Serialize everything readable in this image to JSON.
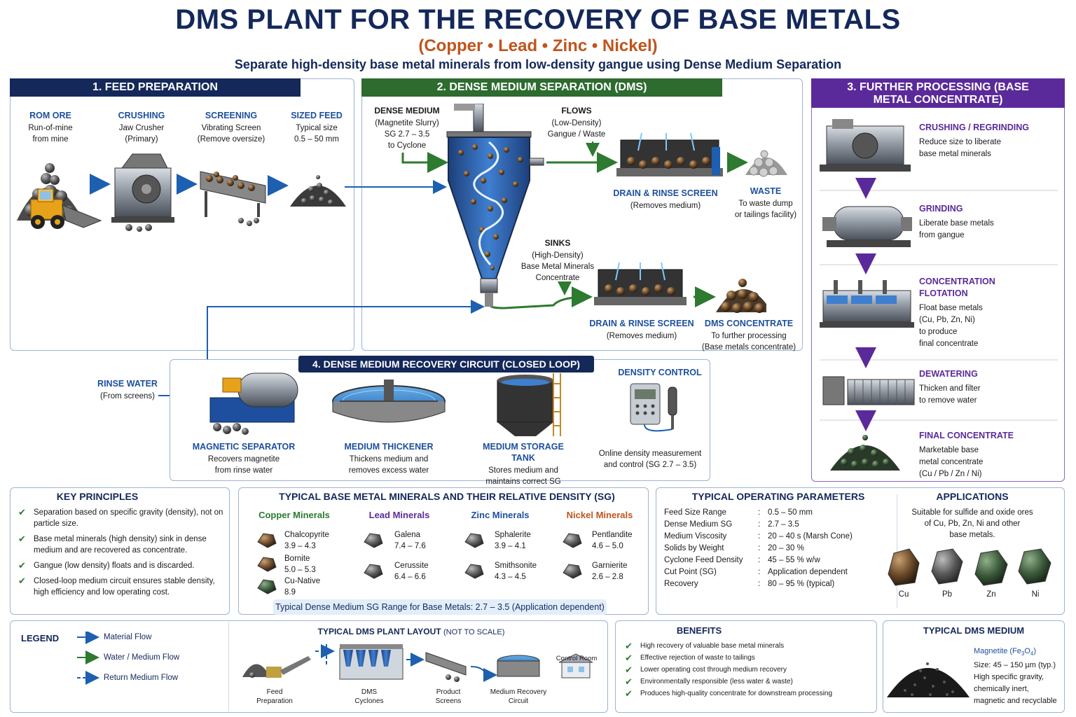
{
  "header": {
    "title": "DMS PLANT FOR THE RECOVERY OF BASE METALS",
    "subtitle": "(Copper • Lead • Zinc • Nickel)",
    "tagline": "Separate high-density base metal minerals from low-density gangue using Dense Medium Separation"
  },
  "feed_prep": {
    "title": "1. FEED PREPARATION",
    "steps": [
      {
        "name": "ROM ORE",
        "line1": "Run-of-mine",
        "line2": "from mine"
      },
      {
        "name": "CRUSHING",
        "line1": "Jaw Crusher",
        "line2": "(Primary)"
      },
      {
        "name": "SCREENING",
        "line1": "Vibrating Screen",
        "line2": "(Remove oversize)"
      },
      {
        "name": "SIZED FEED",
        "line1": "Typical size",
        "line2": "0.5 – 50 mm"
      }
    ]
  },
  "dms": {
    "title": "2. DENSE MEDIUM SEPARATION (DMS)",
    "medium": {
      "name": "DENSE MEDIUM",
      "line1": "(Magnetite Slurry)",
      "line2": "SG 2.7 – 3.5",
      "line3": "to Cyclone"
    },
    "floats": {
      "name": "FLOWS",
      "line1": "(Low-Density)",
      "line2": "Gangue / Waste"
    },
    "screen1": {
      "name": "DRAIN & RINSE SCREEN",
      "line1": "(Removes medium)"
    },
    "waste": {
      "name": "WASTE",
      "line1": "To waste dump",
      "line2": "or tailings facility)"
    },
    "sinks": {
      "name": "SINKS",
      "line1": "(High-Density)",
      "line2": "Base Metal Minerals",
      "line3": "Concentrate"
    },
    "screen2": {
      "name": "DRAIN & RINSE SCREEN",
      "line1": "(Removes medium)"
    },
    "concentrate": {
      "name": "DMS CONCENTRATE",
      "line1": "To further processing",
      "line2": "(Base metals concentrate)"
    }
  },
  "further": {
    "title": "3. FURTHER PROCESSING (BASE METAL CONCENTRATE)",
    "steps": [
      {
        "name": "CRUSHING / REGRINDING",
        "line1": "Reduce size to liberate",
        "line2": "base metal minerals"
      },
      {
        "name": "GRINDING",
        "line1": "Liberate base metals",
        "line2": "from gangue"
      },
      {
        "name": "CONCENTRATION",
        "name2": "FLOTATION",
        "line1": "Float base metals",
        "line2": "(Cu, Pb, Zn, Ni)",
        "line3": "to produce",
        "line4": "final concentrate"
      },
      {
        "name": "DEWATERING",
        "line1": "Thicken and filter",
        "line2": "to remove water"
      },
      {
        "name": "FINAL CONCENTRATE",
        "line1": "Marketable base",
        "line2": "metal concentrate",
        "line3": "(Cu / Pb / Zn / Ni)"
      }
    ]
  },
  "recovery": {
    "title": "4. DENSE MEDIUM RECOVERY CIRCUIT (CLOSED LOOP)",
    "rinse": {
      "name": "RINSE WATER",
      "line1": "(From screens)"
    },
    "magsep": {
      "name": "MAGNETIC SEPARATOR",
      "line1": "Recovers magnetite",
      "line2": "from rinse water"
    },
    "thickener": {
      "name": "MEDIUM THICKENER",
      "line1": "Thickens medium and",
      "line2": "removes excess water"
    },
    "tank": {
      "name": "MEDIUM STORAGE TANK",
      "line1": "Stores medium and",
      "line2": "maintains correct SG"
    },
    "density": {
      "name": "DENSITY CONTROL",
      "line1": "Online density measurement",
      "line2": "and control (SG 2.7 – 3.5)"
    }
  },
  "key_principles": {
    "title": "KEY PRINCIPLES",
    "items": [
      "Separation based on specific gravity (density), not on particle size.",
      "Base metal minerals (high density) sink in dense medium and are recovered as concentrate.",
      "Gangue (low density) floats and is discarded.",
      "Closed-loop medium circuit ensures stable density, high efficiency and low operating cost."
    ]
  },
  "minerals": {
    "title": "TYPICAL BASE METAL MINERALS AND THEIR RELATIVE DENSITY (SG)",
    "groups": [
      {
        "name": "Copper Minerals",
        "color": "#2d7a30",
        "items": [
          {
            "n": "Chalcopyrite",
            "sg": "3.9 – 4.3"
          },
          {
            "n": "Bornite",
            "sg": "5.0 – 5.3"
          },
          {
            "n": "Cu-Native",
            "sg": "8.9"
          }
        ]
      },
      {
        "name": "Lead Minerals",
        "color": "#5b2a9a",
        "items": [
          {
            "n": "Galena",
            "sg": "7.4 – 7.6"
          },
          {
            "n": "Cerussite",
            "sg": "6.4 – 6.6"
          }
        ]
      },
      {
        "name": "Zinc Minerals",
        "color": "#1d4f9e",
        "items": [
          {
            "n": "Sphalerite",
            "sg": "3.9 – 4.1"
          },
          {
            "n": "Smithsonite",
            "sg": "4.3 – 4.5"
          }
        ]
      },
      {
        "name": "Nickel Minerals",
        "color": "#c0541c",
        "items": [
          {
            "n": "Pentlandite",
            "sg": "4.6 – 5.0"
          },
          {
            "n": "Garnierite",
            "sg": "2.6 – 2.8"
          }
        ]
      }
    ],
    "footer": "Typical Dense Medium SG Range for Base Metals: 2.7 – 3.5 (Application dependent)"
  },
  "params": {
    "title": "TYPICAL OPERATING PARAMETERS",
    "rows": [
      {
        "k": "Feed Size Range",
        "v": "0.5 – 50 mm"
      },
      {
        "k": "Dense Medium SG",
        "v": "2.7 – 3.5"
      },
      {
        "k": "Medium Viscosity",
        "v": "20 – 40 s (Marsh Cone)"
      },
      {
        "k": "Solids by Weight",
        "v": "20 – 30 %"
      },
      {
        "k": "Cyclone Feed Density",
        "v": "45 – 55 % w/w"
      },
      {
        "k": "Cut Point (SG)",
        "v": "Application dependent"
      },
      {
        "k": "Recovery",
        "v": "80 – 95 % (typical)"
      }
    ]
  },
  "applications": {
    "title": "APPLICATIONS",
    "text1": "Suitable for sulfide and oxide ores",
    "text2": "of Cu, Pb, Zn, Ni and other",
    "text3": "base metals.",
    "ores": [
      "Cu",
      "Pb",
      "Zn",
      "Ni"
    ]
  },
  "legend": {
    "title": "LEGEND",
    "items": [
      "Material Flow",
      "Water / Medium Flow",
      "Return Medium Flow"
    ]
  },
  "layout": {
    "title": "TYPICAL DMS PLANT LAYOUT",
    "note": "(NOT TO SCALE)",
    "labels": [
      "Feed\nPreparation",
      "DMS\nCyclones",
      "Product\nScreens",
      "Medium Recovery\nCircuit",
      "Control Room"
    ],
    "l1a": "Feed",
    "l1b": "Preparation",
    "l2a": "DMS",
    "l2b": "Cyclones",
    "l3a": "Product",
    "l3b": "Screens",
    "l4a": "Medium Recovery",
    "l4b": "Circuit",
    "l5": "Control Room"
  },
  "benefits": {
    "title": "BENEFITS",
    "items": [
      "High recovery of valuable base metal minerals",
      "Effective rejection of waste to tailings",
      "Lower operating cost through medium recovery",
      "Environmentally responsible (less water & waste)",
      "Produces high-quality concentrate for downstream processing"
    ]
  },
  "medium_box": {
    "title": "TYPICAL DMS MEDIUM",
    "name": "Magnetite (Fe",
    "sub3": "3",
    "o": "O",
    "sub4": "4",
    "close": ")",
    "line1": "Size: 45 – 150 µm (typ.)",
    "line2": "High specific gravity,",
    "line3": "chemically inert,",
    "line4": "magnetic and recyclable"
  },
  "colors": {
    "navy": "#14285a",
    "green": "#2d6b2f",
    "purple": "#5b2a9a",
    "blue": "#1d5fb0",
    "flow_green": "#2d7a30"
  }
}
